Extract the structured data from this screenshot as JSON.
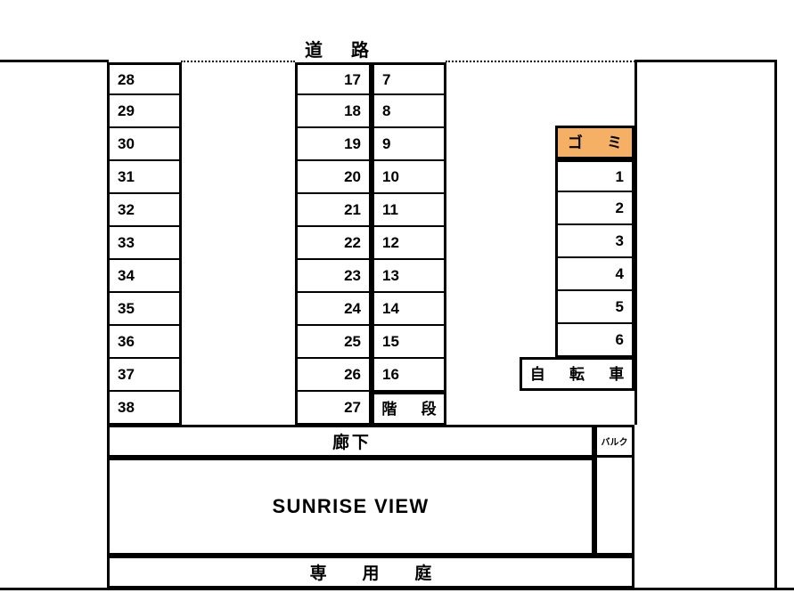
{
  "diagram": {
    "title": "道　路",
    "building_name": "SUNRISE VIEW",
    "accent_color": "#f5b066",
    "line_color": "#000000"
  },
  "left_column": {
    "name": "parking-column-left",
    "stalls": [
      "28",
      "29",
      "30",
      "31",
      "32",
      "33",
      "34",
      "35",
      "36",
      "37",
      "38"
    ]
  },
  "middle_left_column": {
    "name": "parking-column-middle-left",
    "stalls": [
      "17",
      "18",
      "19",
      "20",
      "21",
      "22",
      "23",
      "24",
      "25",
      "26",
      "27"
    ]
  },
  "middle_right_column": {
    "name": "parking-column-middle-right",
    "stalls": [
      "7",
      "8",
      "9",
      "10",
      "11",
      "12",
      "13",
      "14",
      "15",
      "16"
    ],
    "stairs_label": "階　段"
  },
  "right_column": {
    "name": "parking-column-right",
    "trash_label": "ゴ　ミ",
    "stalls": [
      "1",
      "2",
      "3",
      "4",
      "5",
      "6"
    ],
    "bicycle_label": "自　転　車"
  },
  "bottom": {
    "corridor_label": "廊下",
    "balcony_label": "バルク",
    "garden_label": "専　用　庭"
  }
}
